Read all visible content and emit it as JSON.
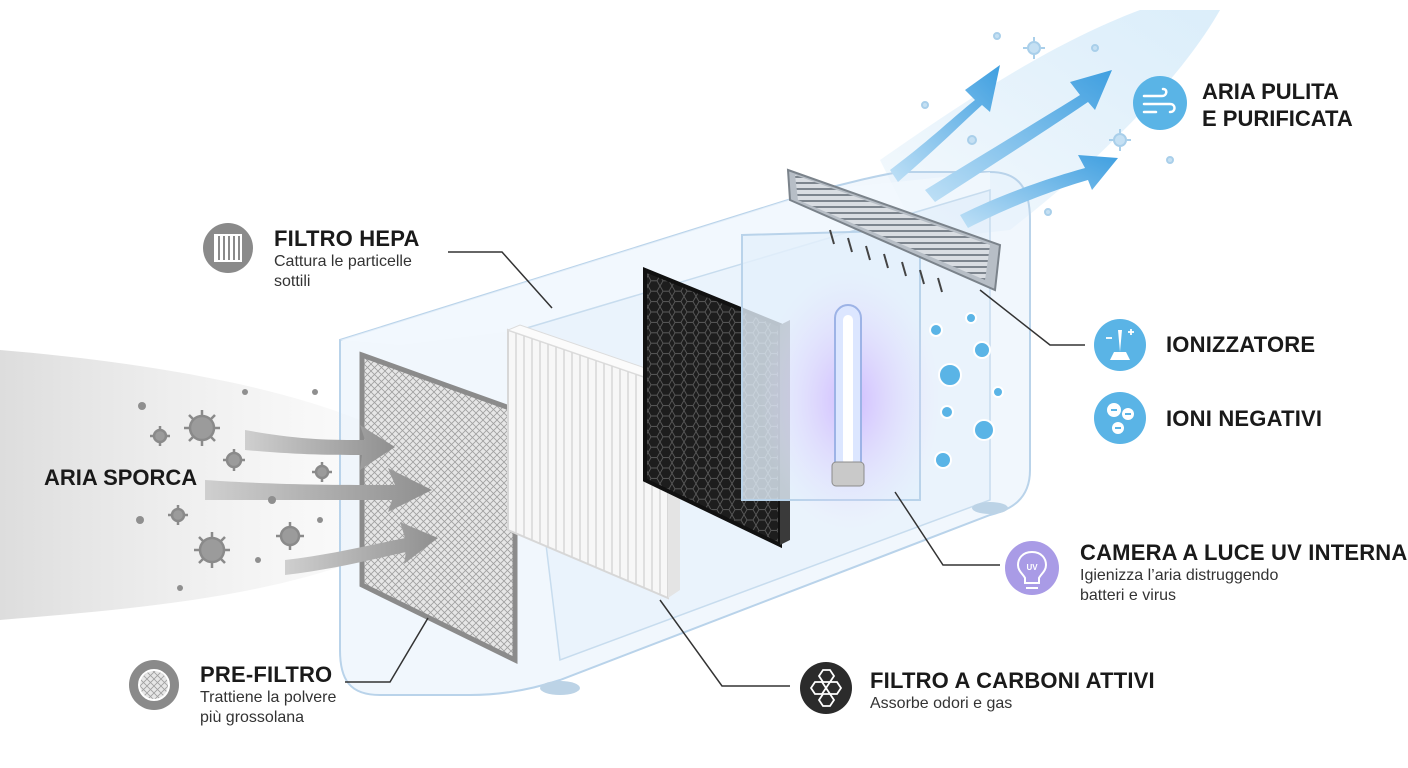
{
  "labels": {
    "dirty_air": "ARIA SPORCA",
    "clean_air_line1": "ARIA PULITA",
    "clean_air_line2": "E PURIFICATA",
    "hepa_title": "FILTRO HEPA",
    "hepa_desc_line1": "Cattura le particelle",
    "hepa_desc_line2": "sottili",
    "prefilter_title": "PRE-FILTRO",
    "prefilter_desc_line1": "Trattiene la polvere",
    "prefilter_desc_line2": "più grossolana",
    "carbon_title": "FILTRO A CARBONI ATTIVI",
    "carbon_desc": "Assorbe odori e gas",
    "uv_title": "CAMERA A LUCE UV INTERNA",
    "uv_desc_line1": "Igienizza l’aria distruggendo",
    "uv_desc_line2": "batteri e virus",
    "uv_icon_text": "UV",
    "ionizer_title": "IONIZZATORE",
    "ions_title": "IONI NEGATIVI"
  },
  "icons": {
    "hepa": "hepa-filter-icon",
    "prefilter": "mesh-filter-icon",
    "carbon": "hexagon-carbon-icon",
    "uv": "uv-bulb-icon",
    "ionizer": "ionizer-needle-icon",
    "ions": "negative-ions-icon",
    "clean_air": "wind-icon"
  },
  "colors": {
    "icon_gray": "#8a8a8a",
    "icon_dark": "#2b2b2b",
    "icon_blue": "#5ab4e6",
    "icon_purple": "#a99be6",
    "arrow_blue": "#4aa3e0",
    "arrow_gray": "#9a9a9a",
    "housing": "#cfe3f5"
  }
}
